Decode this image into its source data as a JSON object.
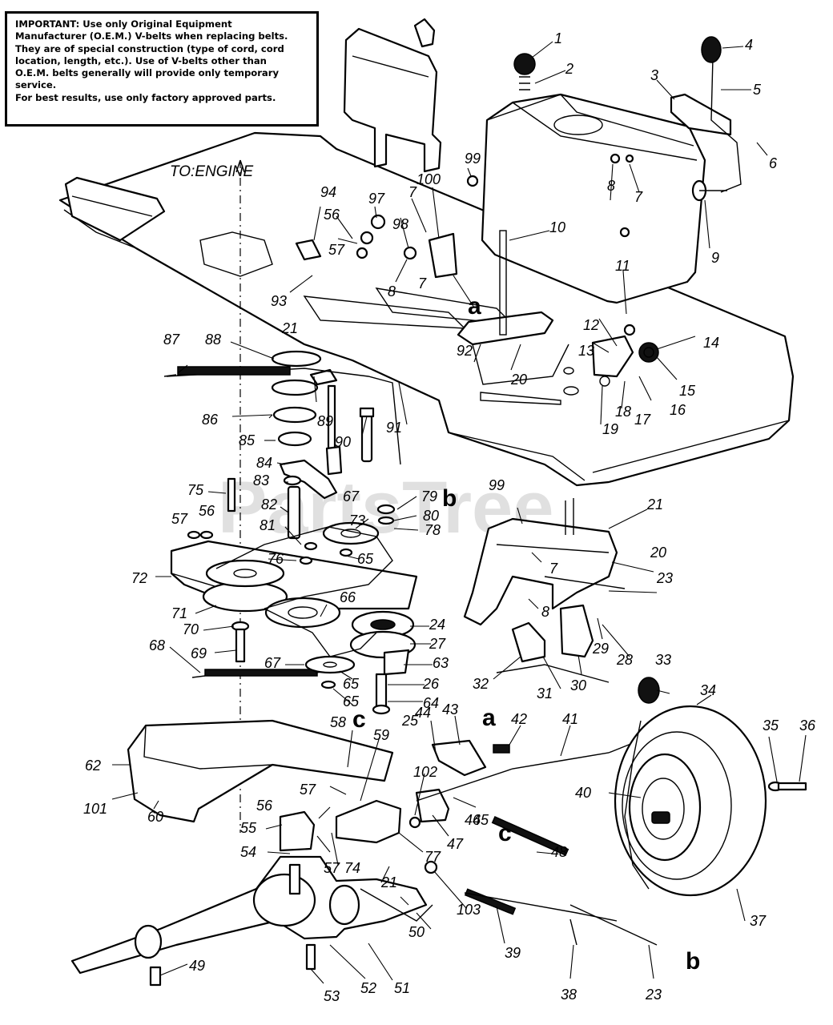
{
  "notice": {
    "lead": "IMPORTANT:",
    "line1": " Use only Original Equipment",
    "line2": "Manufacturer (O.E.M.) V-belts when replacing belts.",
    "line3": "They are of special construction (type of cord, cord",
    "line4": "location, length, etc.). Use of V-belts other than",
    "line5": "O.E.M. belts generally will provide only temporary",
    "line6": "service.",
    "line7": "For best results, use only factory approved parts."
  },
  "engine_label": "TO:ENGINE",
  "watermark": "PartsTree",
  "callouts": {
    "c1": "1",
    "c2": "2",
    "c3": "3",
    "c4": "4",
    "c5": "5",
    "c6": "6",
    "c7a": "7",
    "c7b": "7",
    "c7c": "7",
    "c8a": "8",
    "c8b": "8",
    "c8c": "8",
    "c9": "9",
    "c10": "10",
    "c11": "11",
    "c12": "12",
    "c13": "13",
    "c14": "14",
    "c15": "15",
    "c16": "16",
    "c17": "17",
    "c18": "18",
    "c19": "19",
    "c20a": "20",
    "c20b": "20",
    "c21a": "21",
    "c21b": "21",
    "c21c": "21",
    "c23a": "23",
    "c23b": "23",
    "c24": "24",
    "c25": "25",
    "c26": "26",
    "c27": "27",
    "c28": "28",
    "c29": "29",
    "c30": "30",
    "c31": "31",
    "c32": "32",
    "c33": "33",
    "c34": "34",
    "c35": "35",
    "c36": "36",
    "c37": "37",
    "c38": "38",
    "c39": "39",
    "c40": "40",
    "c41": "41",
    "c42": "42",
    "c43": "43",
    "c44": "44",
    "c45": "45",
    "c46": "46",
    "c47": "47",
    "c48": "48",
    "c49": "49",
    "c50": "50",
    "c51": "51",
    "c52": "52",
    "c53": "53",
    "c54": "54",
    "c55": "55",
    "c56a": "56",
    "c56b": "56",
    "c56c": "56",
    "c57a": "57",
    "c57b": "57",
    "c57c": "57",
    "c57d": "57",
    "c58": "58",
    "c59": "59",
    "c60": "60",
    "c62": "62",
    "c63": "63",
    "c64": "64",
    "c65a": "65",
    "c65b": "65",
    "c65c": "65",
    "c66": "66",
    "c67a": "67",
    "c67b": "67",
    "c68": "68",
    "c69": "69",
    "c70": "70",
    "c71": "71",
    "c72": "72",
    "c73": "73",
    "c74": "74",
    "c75": "75",
    "c76": "76",
    "c77": "77",
    "c78": "78",
    "c79": "79",
    "c80": "80",
    "c81": "81",
    "c82": "82",
    "c83": "83",
    "c84": "84",
    "c85": "85",
    "c86": "86",
    "c87": "87",
    "c88": "88",
    "c89": "89",
    "c90": "90",
    "c91": "91",
    "c92": "92",
    "c93": "93",
    "c94": "94",
    "c97": "97",
    "c98": "98",
    "c99a": "99",
    "c99b": "99",
    "c100": "100",
    "c101": "101",
    "c102": "102",
    "c103": "103"
  },
  "ref_letters": {
    "a1": "a",
    "a2": "a",
    "b1": "b",
    "b2": "b",
    "c1": "c",
    "c2": "c"
  }
}
